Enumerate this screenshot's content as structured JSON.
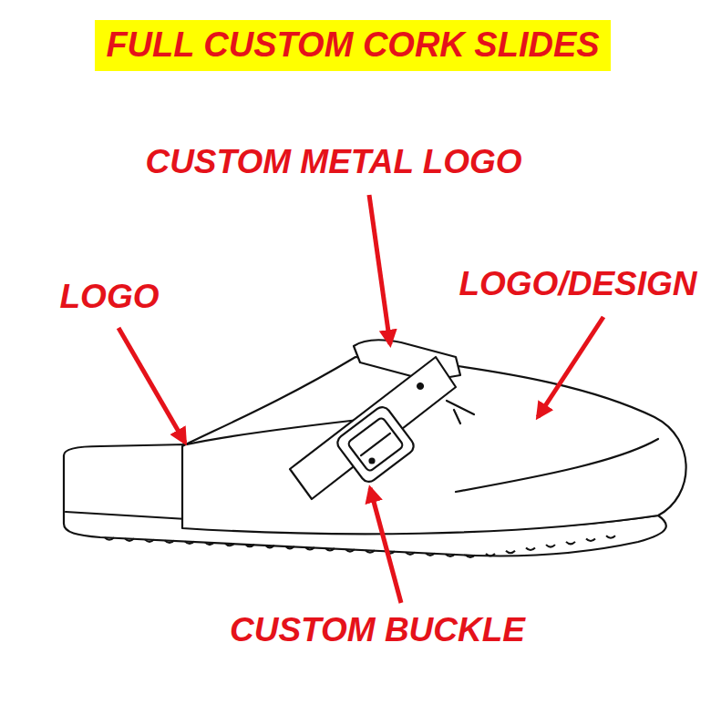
{
  "diagram": {
    "title": "FULL CUSTOM CORK SLIDES",
    "labels": [
      "CUSTOM METAL LOGO",
      "LOGO",
      "LOGO/DESIGN",
      "CUSTOM BUCKLE"
    ]
  }
}
